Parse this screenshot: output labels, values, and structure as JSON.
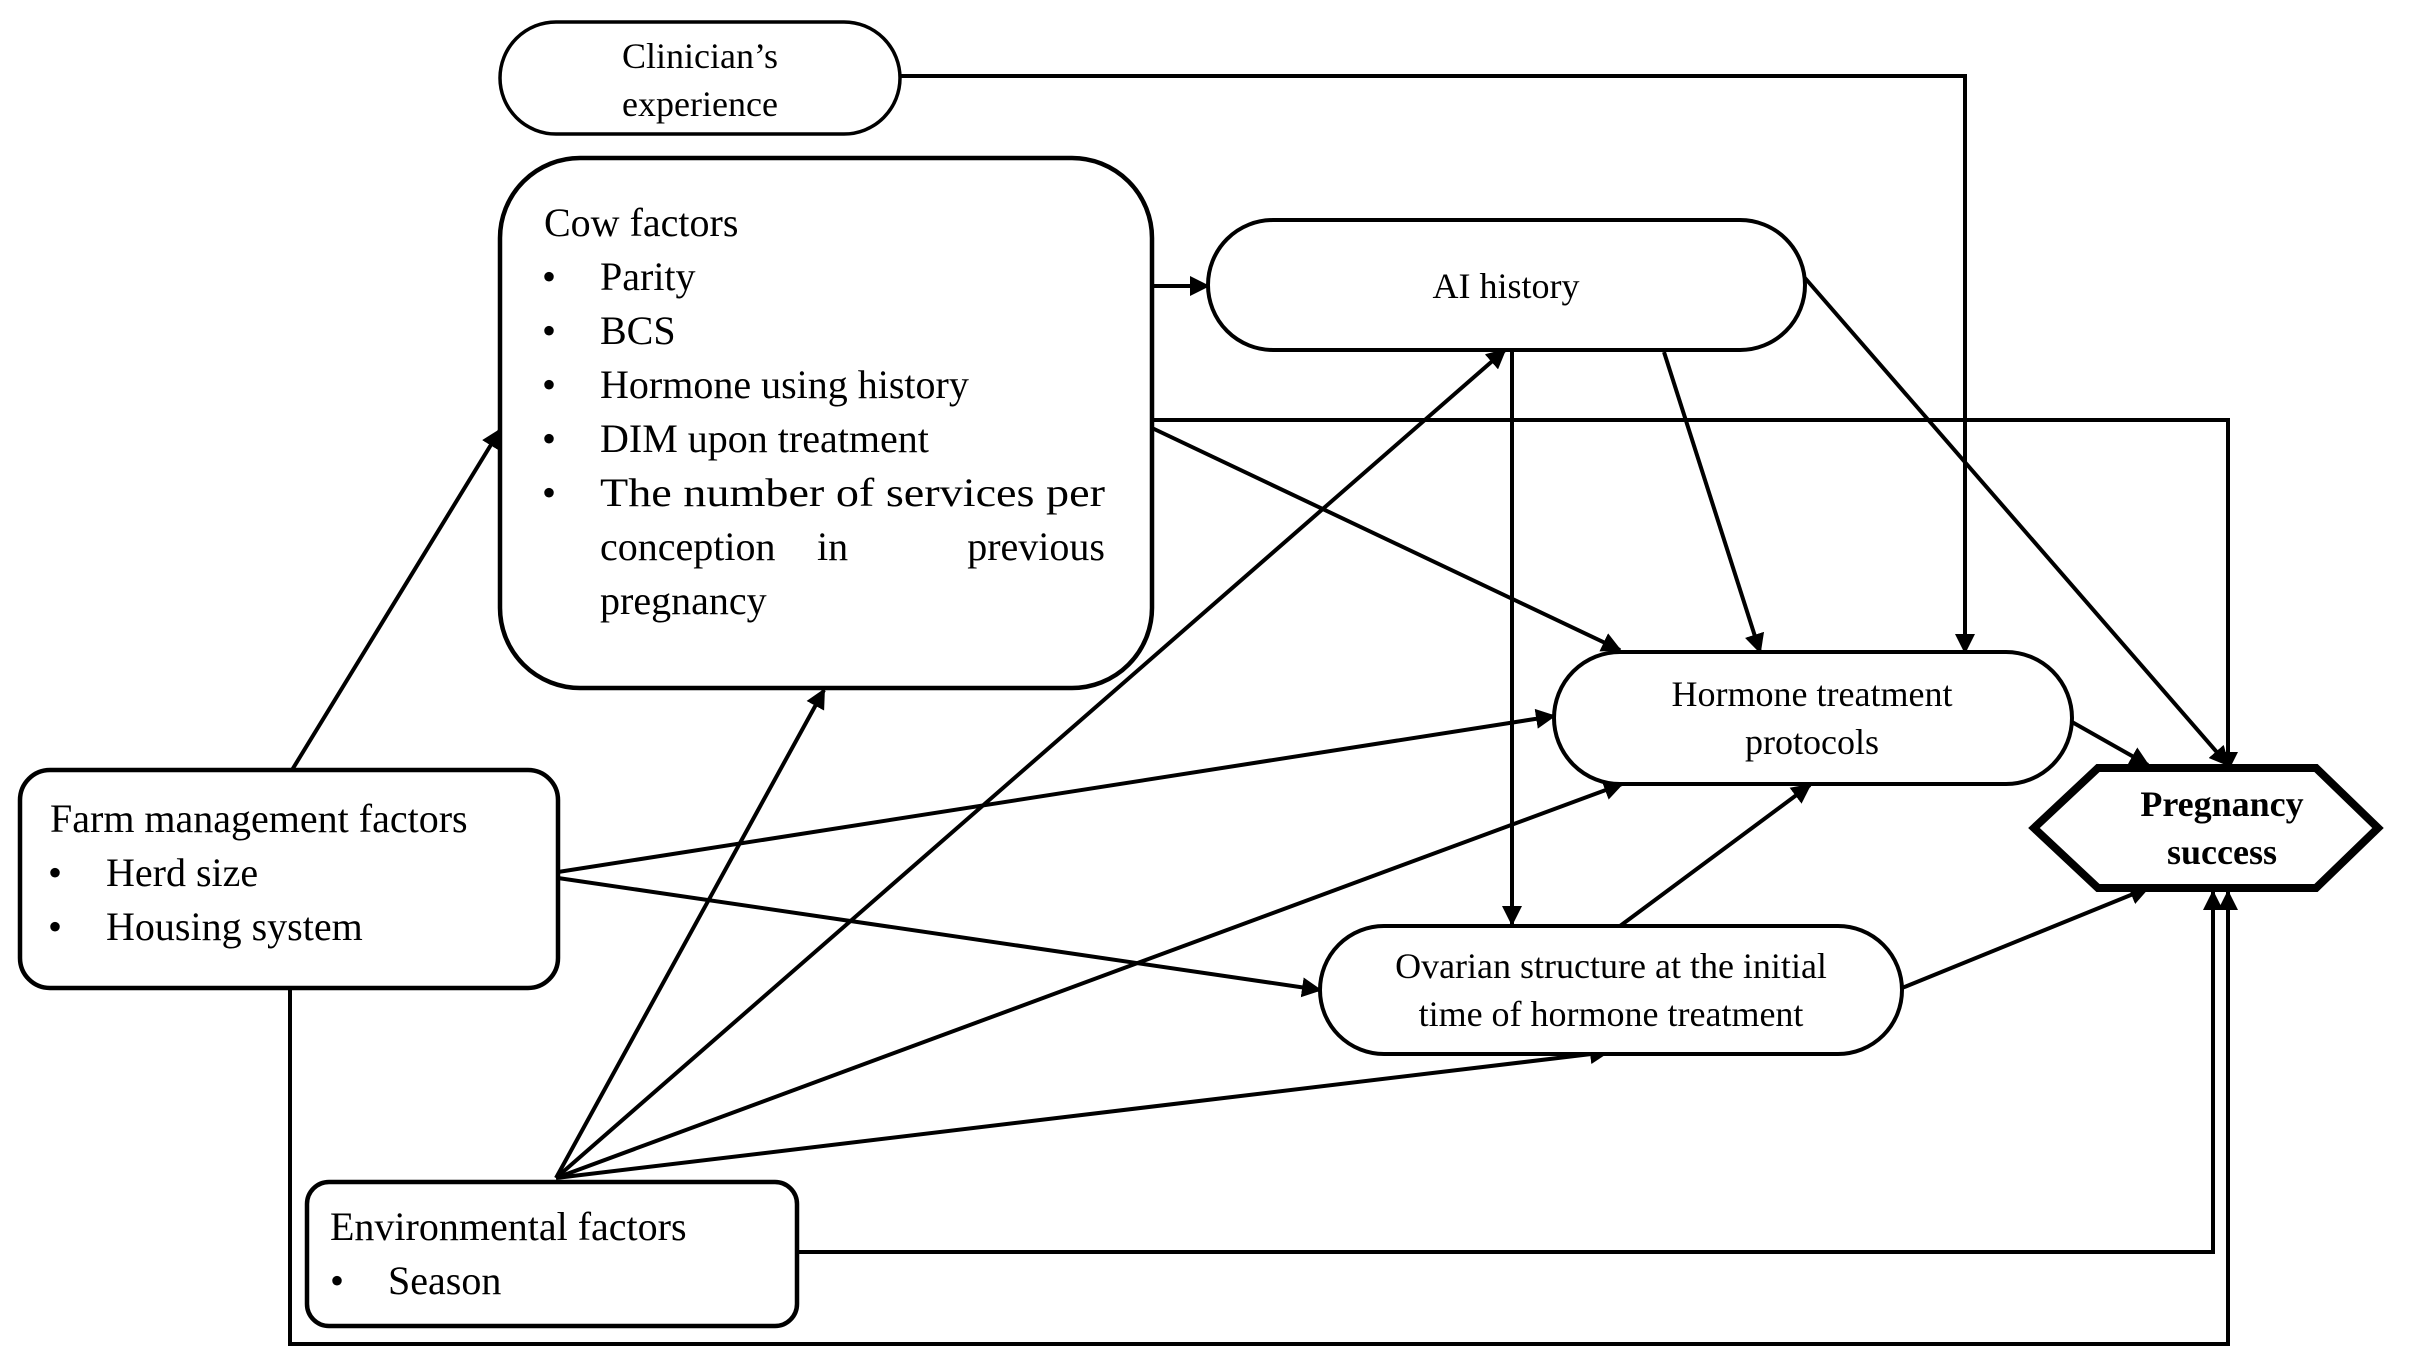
{
  "nodes": {
    "clinician": {
      "lines": [
        "Clinician’s",
        "experience"
      ]
    },
    "cow": {
      "title": "Cow factors",
      "items": [
        "Parity",
        "BCS",
        "Hormone using history",
        "DIM upon treatment"
      ],
      "last_item_lines": [
        "The number of services per",
        "conception",
        "in",
        "previous",
        "pregnancy"
      ]
    },
    "ai_history": {
      "label": "AI history"
    },
    "hormone_protocols": {
      "lines": [
        "Hormone treatment",
        "protocols"
      ]
    },
    "pregnancy": {
      "lines": [
        "Pregnancy",
        "success"
      ]
    },
    "farm": {
      "title": "Farm management factors",
      "items": [
        "Herd size",
        "Housing system"
      ]
    },
    "ovarian": {
      "lines": [
        "Ovarian structure at the initial",
        "time of hormone treatment"
      ]
    },
    "environment": {
      "title": "Environmental factors",
      "items": [
        "Season"
      ]
    }
  },
  "bullet_symbol": "•",
  "edges": [
    {
      "from": "clinician",
      "to": "hormone_protocols"
    },
    {
      "from": "cow",
      "to": "ai_history"
    },
    {
      "from": "cow",
      "to": "hormone_protocols"
    },
    {
      "from": "cow",
      "to": "pregnancy"
    },
    {
      "from": "ai_history",
      "to": "ovarian"
    },
    {
      "from": "ai_history",
      "to": "hormone_protocols"
    },
    {
      "from": "ai_history",
      "to": "pregnancy"
    },
    {
      "from": "hormone_protocols",
      "to": "pregnancy"
    },
    {
      "from": "ovarian",
      "to": "hormone_protocols"
    },
    {
      "from": "ovarian",
      "to": "pregnancy"
    },
    {
      "from": "farm",
      "to": "cow"
    },
    {
      "from": "farm",
      "to": "hormone_protocols"
    },
    {
      "from": "farm",
      "to": "ovarian"
    },
    {
      "from": "farm",
      "to": "pregnancy"
    },
    {
      "from": "environment",
      "to": "cow"
    },
    {
      "from": "environment",
      "to": "ai_history"
    },
    {
      "from": "environment",
      "to": "hormone_protocols"
    },
    {
      "from": "environment",
      "to": "ovarian"
    },
    {
      "from": "environment",
      "to": "pregnancy"
    }
  ]
}
